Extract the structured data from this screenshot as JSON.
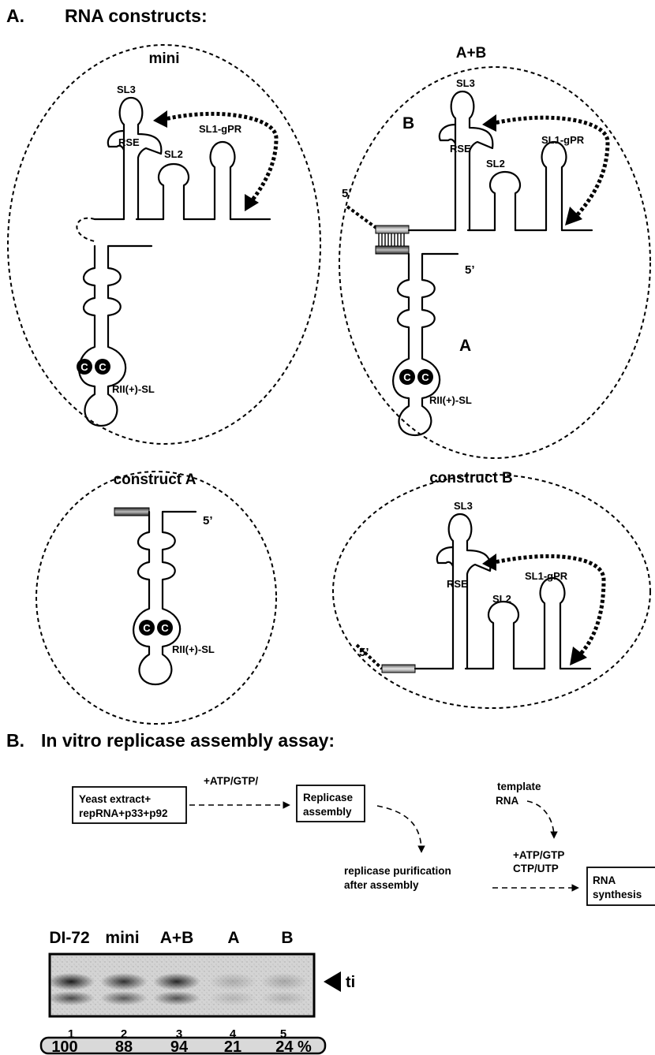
{
  "section_a": {
    "title": "A.",
    "heading": "RNA constructs:",
    "mini": {
      "title": "mini",
      "sl3": "SL3",
      "rse": "RSE",
      "sl2": "SL2",
      "sl1": "SL1-gPR",
      "rii": "RII(+)-SL",
      "c": "C"
    },
    "ab": {
      "title": "A+B",
      "sl3": "SL3",
      "rse": "RSE",
      "sl2": "SL2",
      "sl1": "SL1-gPR",
      "rii": "RII(+)-SL",
      "b_label": "B",
      "a_label": "A",
      "five_prime": "5’",
      "c": "C"
    },
    "construct_a": {
      "title": "construct A",
      "five_prime": "5’",
      "rii": "RII(+)-SL",
      "c": "C"
    },
    "construct_b": {
      "title": "construct B",
      "sl3": "SL3",
      "rse": "RSE",
      "sl2": "SL2",
      "sl1": "SL1-gPR",
      "five_prime": "5’"
    }
  },
  "section_b": {
    "title": "B.",
    "heading": "In vitro replicase assembly assay:",
    "box1_line1": "Yeast extract+",
    "box1_line2": "repRNA+p33+p92",
    "step1_label": "+ATP/GTP/",
    "box2_line1": "Replicase",
    "box2_line2": "assembly",
    "purify_line1": "replicase purification",
    "purify_line2": "after assembly",
    "template_line1": "template",
    "template_line2": "RNA",
    "nts_line1": "+ATP/GTP",
    "nts_line2": "CTP/UTP",
    "box3_line1": "RNA",
    "box3_line2": "synthesis"
  },
  "gel": {
    "lane_headers": [
      "DI-72",
      "mini",
      "A+B",
      "A",
      "B"
    ],
    "lane_numbers": [
      "1",
      "2",
      "3",
      "4",
      "5"
    ],
    "relative_values": [
      "100",
      "88",
      "94",
      "21",
      "24 %"
    ],
    "band_label": "ti",
    "band_intensity": [
      1.0,
      0.88,
      0.94,
      0.21,
      0.24
    ]
  }
}
